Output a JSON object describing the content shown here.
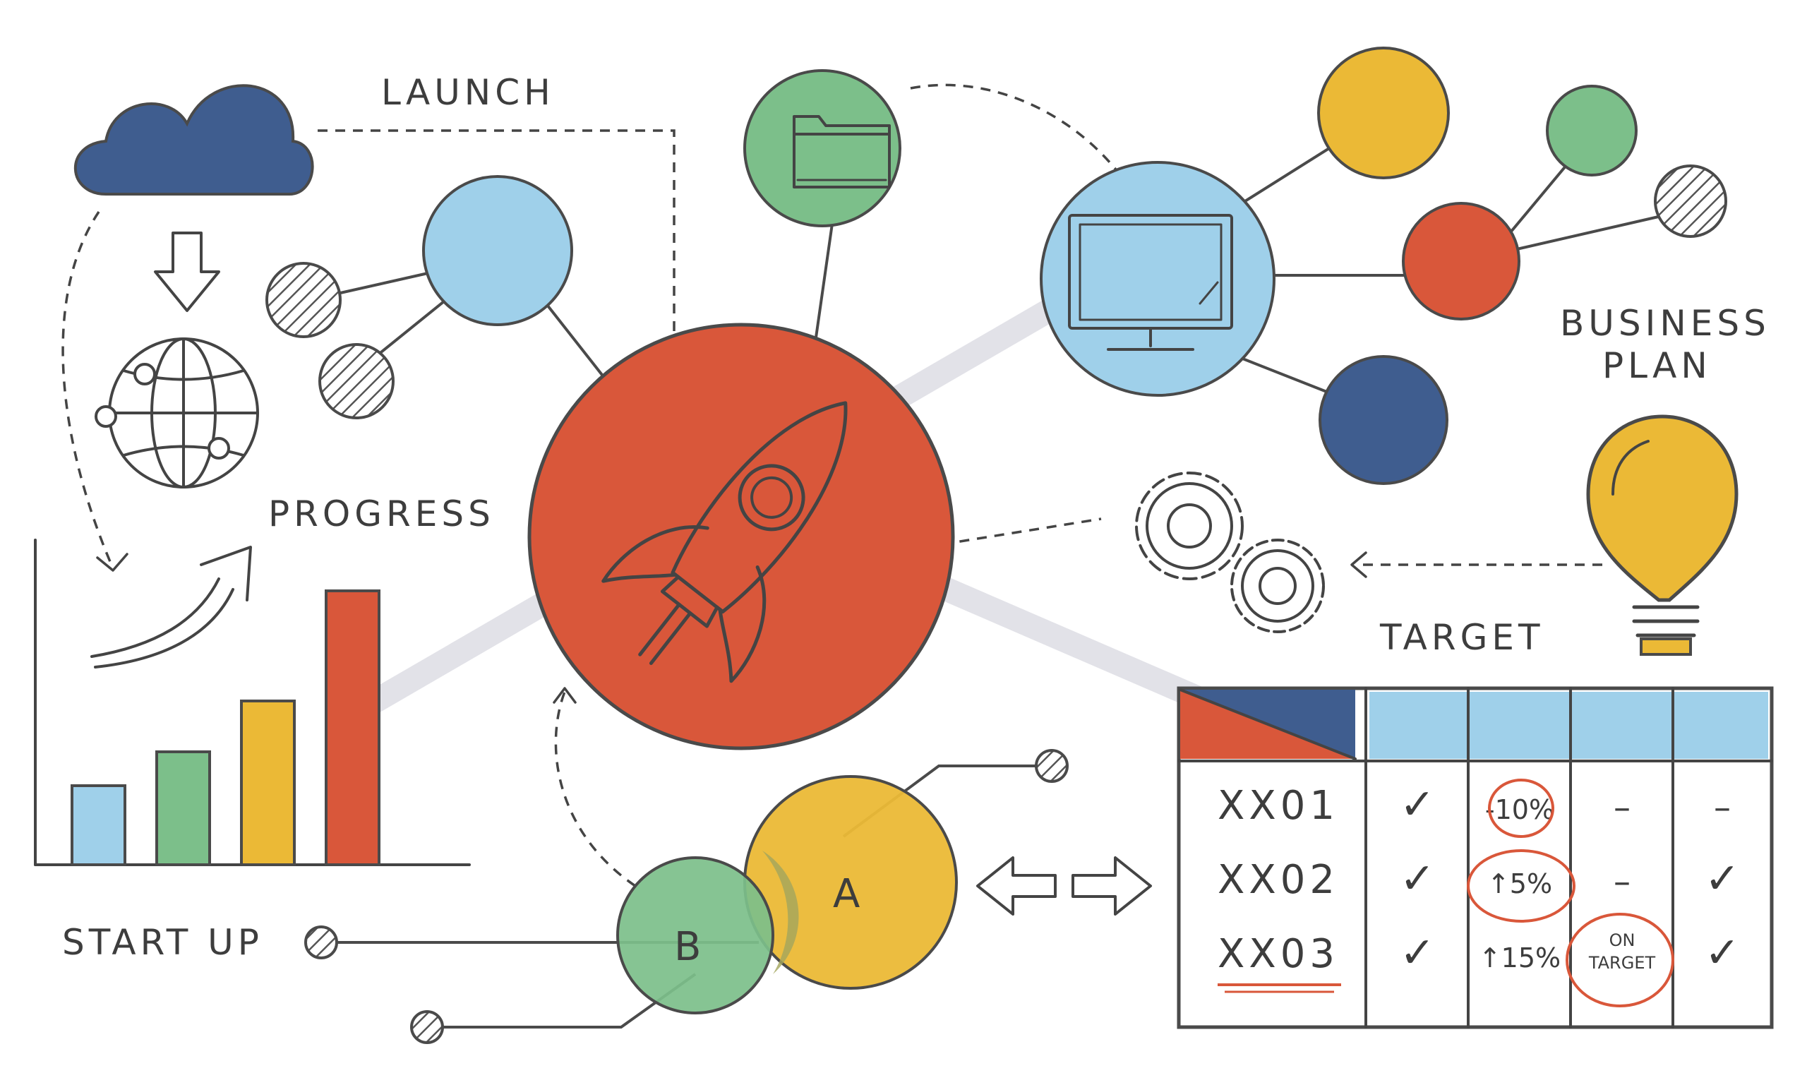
{
  "labels": {
    "launch": "LAUNCH",
    "progress": "PROGRESS",
    "start_up": "START UP",
    "business": "BUSINESS",
    "plan": "PLAN",
    "target": "TARGET",
    "venn_a": "A",
    "venn_b": "B"
  },
  "colors": {
    "red": "#d9573a",
    "green": "#7cbf8a",
    "yellow": "#ebb936",
    "light_blue": "#9fd0ea",
    "navy": "#3f5d8f",
    "ink": "#444444"
  },
  "icons": [
    "cloud-icon",
    "down-arrow-icon",
    "globe-icon",
    "rocket-icon",
    "folder-icon",
    "monitor-icon",
    "gears-icon",
    "lightbulb-icon",
    "double-arrow-icon"
  ],
  "bar_chart": {
    "values": [
      28,
      40,
      58,
      97
    ],
    "colors": [
      "#9fd0ea",
      "#7cbf8a",
      "#ebb936",
      "#d9573a"
    ]
  },
  "target_table": {
    "rows": [
      {
        "id": "XX01",
        "cells": [
          "✓",
          "-10%",
          "–",
          "–"
        ]
      },
      {
        "id": "XX02",
        "cells": [
          "✓",
          "↑5%",
          "–",
          "✓"
        ]
      },
      {
        "id": "XX03",
        "cells": [
          "✓",
          "↑15%",
          "ON TARGET",
          "✓"
        ]
      }
    ],
    "on_target_line1": "ON",
    "on_target_line2": "TARGET"
  }
}
